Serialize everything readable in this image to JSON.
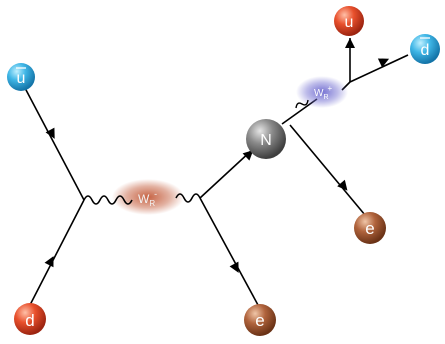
{
  "diagram": {
    "particles": {
      "u_bar_in": {
        "text": "u",
        "bar": true,
        "color": "#3fb6e6"
      },
      "d_in": {
        "text": "d",
        "bar": false,
        "color": "#e8502c"
      },
      "e_out_1": {
        "text": "e",
        "bar": false,
        "color": "#b0633c"
      },
      "e_out_2": {
        "text": "e",
        "bar": false,
        "color": "#b0633c"
      },
      "u_out": {
        "text": "u",
        "bar": false,
        "color": "#e8502c"
      },
      "d_bar_out": {
        "text": "d",
        "bar": true,
        "color": "#3fb6e6"
      }
    },
    "heavy_neutrino": {
      "text": "N",
      "color": "#8a8a8a"
    },
    "w_boson_1": {
      "base": "W",
      "sub": "R",
      "sup": "-",
      "glow": "#c0522f"
    },
    "w_boson_2": {
      "base": "W",
      "sub": "R",
      "sup": "+",
      "glow": "#6f6bd0"
    }
  }
}
